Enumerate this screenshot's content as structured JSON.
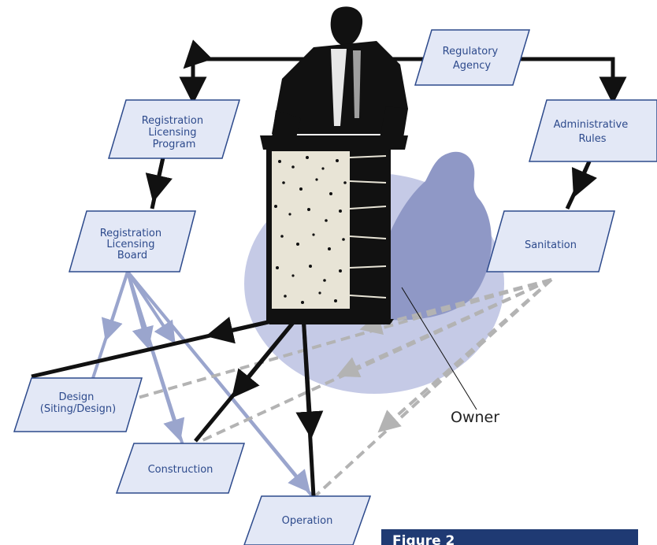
{
  "colors": {
    "box_fill": "#e3e8f6",
    "box_stroke": "#2d4a8c",
    "box_text": "#2d4a8c",
    "black_line": "#111111",
    "lavender_line": "#9aa5cd",
    "gray_dashed_line": "#b3b3b3",
    "shadow_ellipse": "#c5cae6",
    "shadow_figure": "#8f98c6",
    "figure_banner": "#1f3a73"
  },
  "icons": {
    "speaker": "speaker-at-podium-icon"
  },
  "nodes": {
    "regulatory_agency": [
      "Regulatory",
      "Agency"
    ],
    "reg_lic_program": [
      "Registration",
      "Licensing",
      "Program"
    ],
    "admin_rules": [
      "Administrative",
      "Rules"
    ],
    "reg_lic_board": [
      "Registration",
      "Licensing",
      "Board"
    ],
    "sanitation": [
      "Sanitation"
    ],
    "design": [
      "Design",
      "(Siting/Design)"
    ],
    "construction": [
      "Construction"
    ],
    "operation": [
      "Operation"
    ]
  },
  "owner_label": "Owner",
  "figure_label": "Figure 2"
}
